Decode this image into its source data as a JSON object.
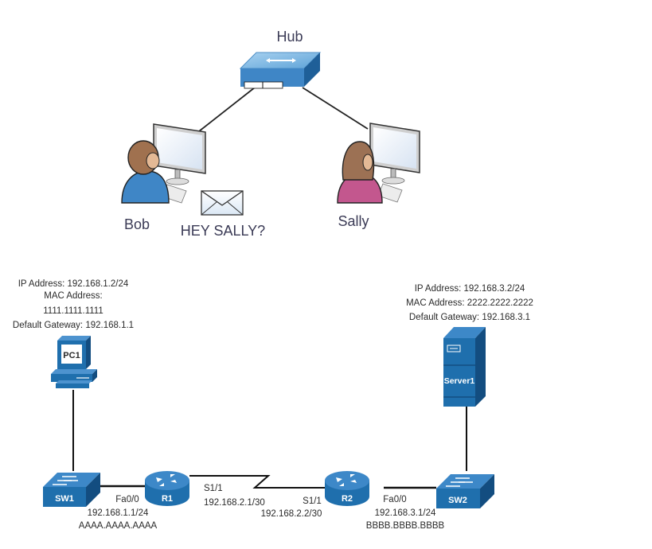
{
  "top_diagram": {
    "hub": {
      "label": "Hub"
    },
    "users": [
      {
        "name": "Bob",
        "shirt_color": "#3f86c6"
      },
      {
        "name": "Sally",
        "shirt_color": "#c3578e"
      }
    ],
    "message": {
      "icon": "envelope-icon",
      "text": "HEY SALLY?"
    }
  },
  "network": {
    "device_color": "#1f6fad",
    "pc1": {
      "label": "PC1",
      "info": [
        "IP Address: 192.168.1.2/24",
        "MAC Address:",
        "1111.1111.1111",
        "Default Gateway: 192.168.1.1"
      ]
    },
    "server1": {
      "label": "Server1",
      "info": [
        "IP Address: 192.168.3.2/24",
        "MAC Address: 2222.2222.2222",
        "Default Gateway: 192.168.3.1"
      ]
    },
    "sw1": {
      "label": "SW1"
    },
    "sw2": {
      "label": "SW2"
    },
    "r1": {
      "label": "R1",
      "fa_interface": "Fa0/0",
      "fa_ip": "192.168.1.1/24",
      "fa_mac": "AAAA.AAAA.AAAA",
      "s_interface": "S1/1",
      "s_ip": "192.168.2.1/30"
    },
    "r2": {
      "label": "R2",
      "fa_interface": "Fa0/0",
      "fa_ip": "192.168.3.1/24",
      "fa_mac": "BBBB.BBBB.BBBB",
      "s_interface": "S1/1",
      "s_ip": "192.168.2.2/30"
    }
  }
}
